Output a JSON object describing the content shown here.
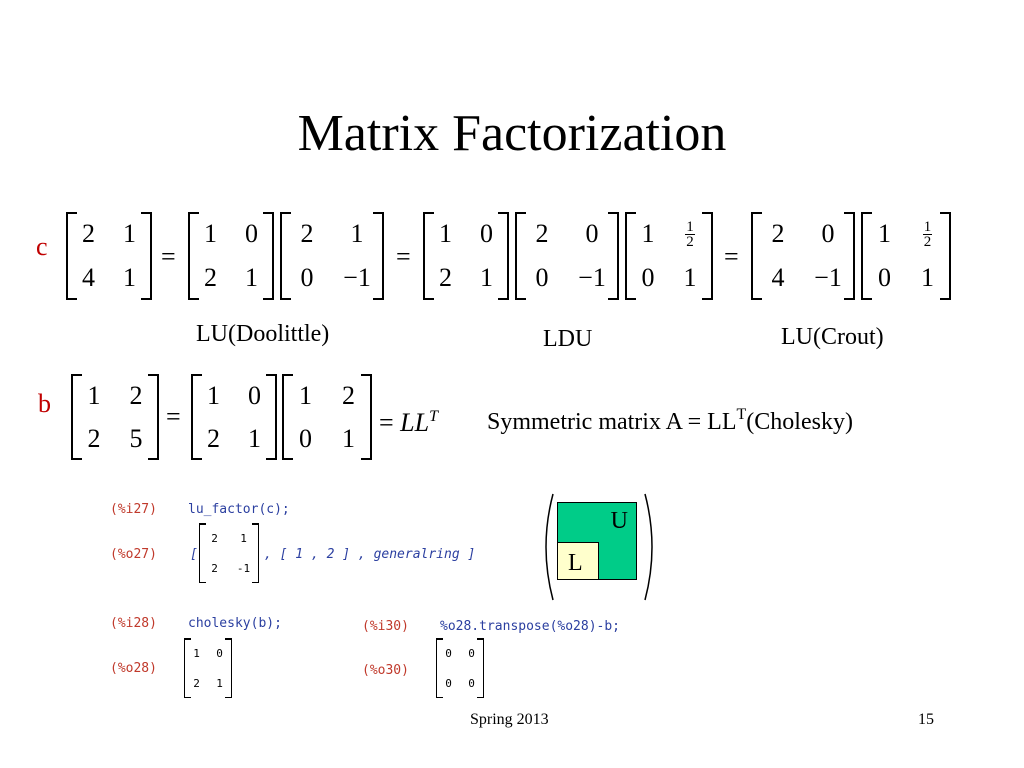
{
  "title": "Matrix Factorization",
  "colors": {
    "variable_name": "#c00000",
    "prompt": "#c0392b",
    "code": "#2b3fa0",
    "green": "#00cc88"
  },
  "row_c": {
    "var": "c",
    "equals": "=",
    "A": [
      [
        "2",
        "1"
      ],
      [
        "4",
        "1"
      ]
    ],
    "L_doolittle": [
      [
        "1",
        "0"
      ],
      [
        "2",
        "1"
      ]
    ],
    "U_doolittle": [
      [
        "2",
        "1"
      ],
      [
        "0",
        "−1"
      ]
    ],
    "L_ldu": [
      [
        "1",
        "0"
      ],
      [
        "2",
        "1"
      ]
    ],
    "D_ldu": [
      [
        "2",
        "0"
      ],
      [
        "0",
        "−1"
      ]
    ],
    "U_ldu": [
      [
        "1",
        "½"
      ],
      [
        "0",
        "1"
      ]
    ],
    "L_crout": [
      [
        "2",
        "0"
      ],
      [
        "4",
        "−1"
      ]
    ],
    "U_crout": [
      [
        "1",
        "½"
      ],
      [
        "0",
        "1"
      ]
    ],
    "frac_num": "1",
    "frac_den": "2",
    "label_doolittle": "LU(Doolittle)",
    "label_ldu": "LDU",
    "label_crout": "LU(Crout)"
  },
  "row_b": {
    "var": "b",
    "equals": "=",
    "A": [
      [
        "1",
        "2"
      ],
      [
        "2",
        "5"
      ]
    ],
    "L": [
      [
        "1",
        "0"
      ],
      [
        "2",
        "1"
      ]
    ],
    "LT": [
      [
        "1",
        "2"
      ],
      [
        "0",
        "1"
      ]
    ],
    "result_L": "LL",
    "result_T": "T",
    "note_prefix": "Symmetric matrix A = LL",
    "note_sup": "T",
    "note_suffix": "(Cholesky)"
  },
  "console": {
    "i27_prompt": "(%i27)",
    "i27_cmd": "lu_factor(c);",
    "o27_prompt": "(%o27)",
    "o27_bracket_open": "[",
    "o27_matrix": [
      [
        "2",
        "1"
      ],
      [
        "2",
        "-1"
      ]
    ],
    "o27_rest": ", [ 1 , 2 ] , generalring ]",
    "i28_prompt": "(%i28)",
    "i28_cmd": "cholesky(b);",
    "o28_prompt": "(%o28)",
    "o28_matrix": [
      [
        "1",
        "0"
      ],
      [
        "2",
        "1"
      ]
    ],
    "i30_prompt": "(%i30)",
    "i30_cmd": "%o28.transpose(%o28)-b;",
    "o30_prompt": "(%o30)",
    "o30_matrix": [
      [
        "0",
        "0"
      ],
      [
        "0",
        "0"
      ]
    ]
  },
  "diagram": {
    "upper": "U",
    "lower": "L"
  },
  "footer": {
    "left": "Spring 2013",
    "page": "15"
  }
}
